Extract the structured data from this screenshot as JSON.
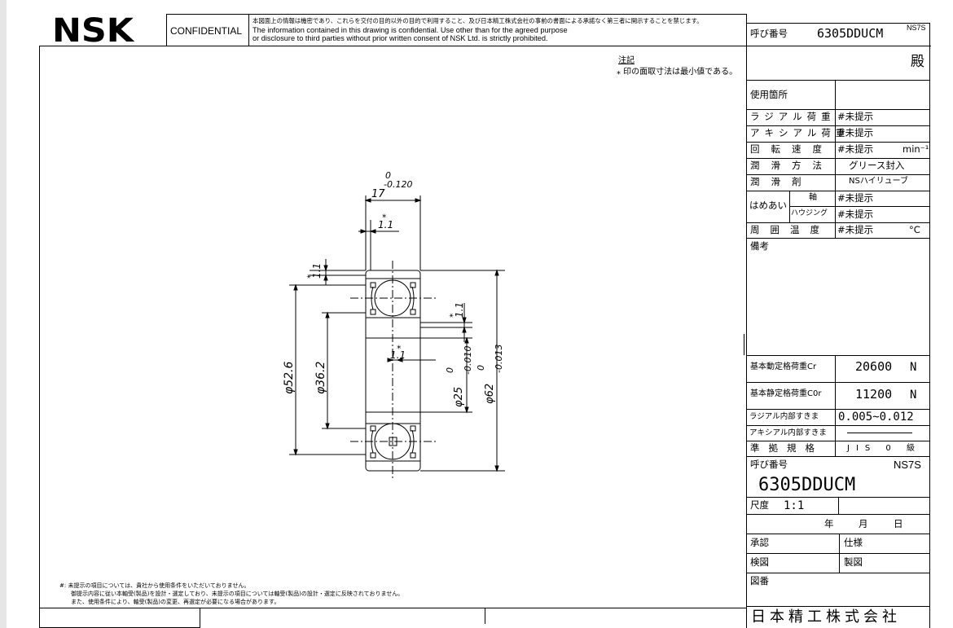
{
  "header": {
    "brand": "NSK",
    "confidential": "CONFIDENTIAL",
    "notice_jp": "本図面上の情報は機密であり、これらを交付の目的以外の目的で利用すること、及び日本精工株式会社の事前の書面による承諾なく第三者に開示することを禁じます。",
    "notice_en1": "The information contained in this drawing is confidential. Use other than for the agreed purpose",
    "notice_en2": "or disclosure to third parties without prior written consent of NSK Ltd. is strictly prohibited.",
    "code_label": "呼び番号",
    "code_value": "6305DDUCM",
    "code_suffix": "NS7S",
    "addressee": "殿"
  },
  "note": {
    "title": "注記",
    "text": "⁎ 印の面取寸法は最小値である。"
  },
  "conditions": {
    "usage_label": "使用箇所",
    "rows": [
      {
        "label": "ラジアル荷重",
        "value": "#未提示",
        "unit": ""
      },
      {
        "label": "アキシアル荷重",
        "value": "#未提示",
        "unit": ""
      },
      {
        "label": "回転速度",
        "value": "#未提示",
        "unit": "min⁻¹"
      },
      {
        "label": "潤滑方法",
        "value": "グリース封入",
        "unit": ""
      },
      {
        "label": "潤滑剤",
        "value": "NSハイリューブ",
        "unit": ""
      }
    ],
    "fit_label": "はめあい",
    "fit_shaft_label": "軸",
    "fit_shaft_value": "#未提示",
    "fit_housing_label": "ハウジング",
    "fit_housing_value": "#未提示",
    "temp_label": "周囲温度",
    "temp_value": "#未提示",
    "temp_unit": "°C",
    "remarks_label": "備考"
  },
  "specs": {
    "dynamic_label": "基本動定格荷重Cr",
    "dynamic_value": "20600",
    "dynamic_unit": "N",
    "static_label": "基本静定格荷重C0r",
    "static_value": "11200",
    "static_unit": "N",
    "radial_clear_label": "ラジアル内部すきま",
    "radial_clear_value": "0.005~0.012",
    "axial_clear_label": "アキシアル内部すきま",
    "standard_label": "準拠規格",
    "standard_value": "JIS 0 級",
    "code_label": "呼び番号",
    "code_suffix": "NS7S",
    "code_value": "6305DDUCM",
    "scale_label": "尺度",
    "scale_value": "1:1",
    "year": "年",
    "month": "月",
    "day": "日",
    "approve": "承認",
    "spec": "仕様",
    "check": "検図",
    "draw": "製図",
    "drawing_no": "図番",
    "company": "日本精工株式会社"
  },
  "drawing": {
    "dims": {
      "width_tol_upper": "0",
      "width_tol_lower": "-0.120",
      "width": "17",
      "chamfer": "1.1",
      "outer_dia_shoulder": "φ52.6",
      "inner_dia_shoulder": "φ36.2",
      "bore": "φ25",
      "bore_tol_upper": "0",
      "bore_tol_lower": "-0.010",
      "outer_dia": "φ62",
      "outer_tol_upper": "0",
      "outer_tol_lower": "-0.013"
    }
  },
  "footnote": {
    "line1": "#: 未提示の項目については、貴社から使用条件をいただいておりません。",
    "line2": "御提示内容に従い本軸受(製品)を設計・選定しており、未提示の項目については軸受(製品)の設計・選定に反映されておりません。",
    "line3": "また、使用条件により、軸受(製品)の変更、再選定が必要になる場合があります。"
  }
}
